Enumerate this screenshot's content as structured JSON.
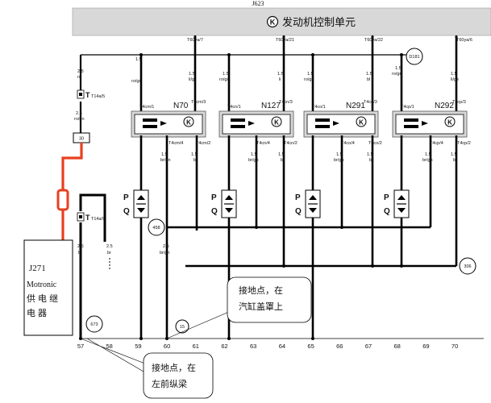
{
  "header": {
    "ecu_code": "J623",
    "ecu_title": "发动机控制单元",
    "ecu_icon": "ecu-symbol-icon"
  },
  "top_pins": {
    "p7": "T60ya/7",
    "p21": "T60ya/21",
    "p22": "T60ya/22",
    "p6": "T60ya/6"
  },
  "wires_top": {
    "w1": {
      "size": "2.5",
      "color": "ro"
    },
    "w2": {
      "size": "1.5",
      "color": "ro/gn"
    },
    "w3": {
      "size": "1.5",
      "color": "li/gr"
    },
    "w4": {
      "size": "1.5",
      "color": "ro/gn"
    },
    "w5": {
      "size": "1.5",
      "color": "li"
    },
    "w6": {
      "size": "1.5",
      "color": "ro/gn"
    },
    "w7": {
      "size": "1.5",
      "color": "bl"
    },
    "w8": {
      "size": "1.5",
      "color": "ro/gn"
    },
    "w9": {
      "size": "1.5",
      "color": "li/ge"
    }
  },
  "connector_t14a5": {
    "label": "T14a/5",
    "size": "2.5",
    "color": "ro/gn",
    "fuse": "30"
  },
  "connector_t14a9": {
    "label": "T14a/9"
  },
  "coils": [
    {
      "name": "N70",
      "pin_in": "T4cm/1",
      "pin_mid": "T4cm/3",
      "pin_out": "T4cm/4",
      "pin_side": "T4cm/2"
    },
    {
      "name": "N127",
      "pin_in": "T4cn/1",
      "pin_mid": "T4cn/3",
      "pin_out": "T4cn/4",
      "pin_side": "T4cn/2"
    },
    {
      "name": "N291",
      "pin_in": "T4co/1",
      "pin_mid": "T4co/3",
      "pin_out": "T4co/4",
      "pin_side": "T4co/2"
    },
    {
      "name": "N292",
      "pin_in": "T4cp/1",
      "pin_mid": "T4cp/3",
      "pin_out": "T4cp/4",
      "pin_side": "T4cp/2"
    }
  ],
  "lower_wires": {
    "a": {
      "size": "1.5",
      "color": "br/gn"
    },
    "b": {
      "size": "1.5",
      "color": "br"
    },
    "c": {
      "size": "1.5",
      "color": "br/gn"
    },
    "d": {
      "size": "1.5",
      "color": "br"
    },
    "e": {
      "size": "1.5",
      "color": "br/gn"
    },
    "f": {
      "size": "1.5",
      "color": "br"
    },
    "g": {
      "size": "1.5",
      "color": "br/gn"
    },
    "h": {
      "size": "1.5",
      "color": "br"
    },
    "left1": {
      "size": "2.5",
      "color": "br"
    },
    "left2": {
      "size": "2.5",
      "color": "br"
    },
    "left3": {
      "size": "2.5",
      "color": "br/gn"
    }
  },
  "spark_plug_labels": {
    "p": "P",
    "q": "Q"
  },
  "junctions": {
    "d181": "D181",
    "j458": "458",
    "j306": "306",
    "j673": "673",
    "j15": "15"
  },
  "relay": {
    "code": "J271",
    "line1": "Motronic",
    "line2": "供 电 继",
    "line3": "电 器"
  },
  "callouts": {
    "cylinder_ground": {
      "line1": "接地点，在",
      "line2": "汽缸盖罩上"
    },
    "frame_ground": {
      "line1": "接地点，在",
      "line2": "左前纵梁"
    }
  },
  "bottom_ruler": [
    "57",
    "58",
    "59",
    "60",
    "61",
    "62",
    "63",
    "64",
    "65",
    "66",
    "67",
    "68",
    "69",
    "70"
  ],
  "colors": {
    "fuse_wire": "#e8401f",
    "panel": "#d8d8d8",
    "wire": "#000000"
  }
}
